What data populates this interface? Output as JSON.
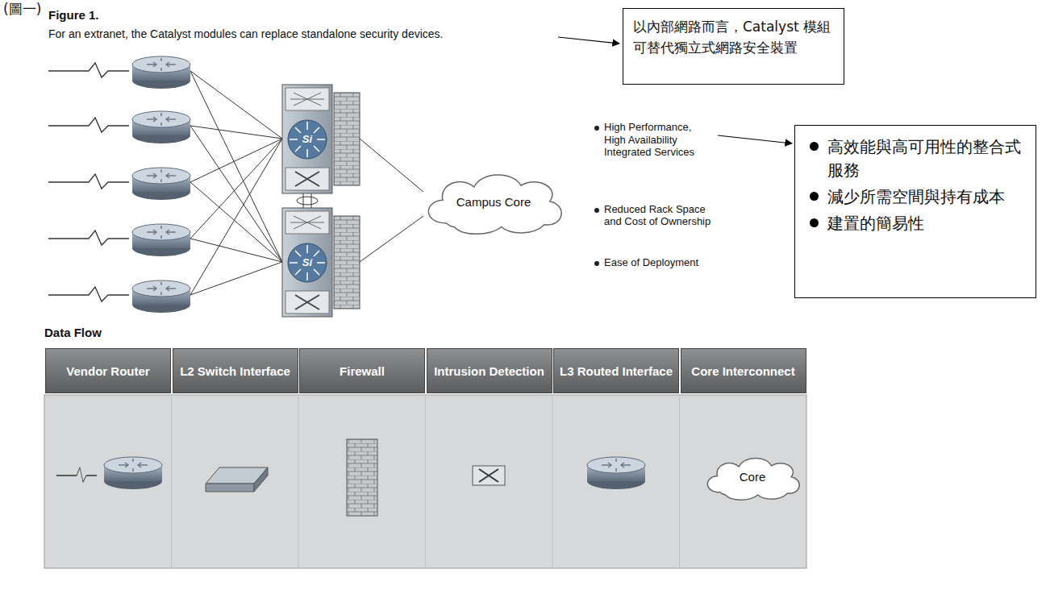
{
  "diagram": {
    "title": "Figure 1.",
    "nodes": [
      {
        "text": [
          "以內部網路而言，Catalyst 模組可替代獨立式網路安全裝置"
        ]
      },
      {
        "text": [
          "Campus Core"
        ]
      },
      {
        "text": [
          "高效能與高可用性的整合式服務",
          "減少所需空間與持有成本",
          "建置的簡易性"
        ]
      },
      {
        "text": [
          "Vendor Router"
        ]
      },
      {
        "text": [
          "L2 Switch Interface"
        ]
      },
      {
        "text": [
          "Firewall"
        ]
      },
      {
        "text": [
          "Intrusion Detection"
        ]
      },
      {
        "text": [
          "L3 Routed Interface"
        ]
      },
      {
        "text": [
          "Core Interconnect"
        ]
      },
      {
        "text": [
          "Core"
        ]
      }
    ],
    "labels": [
      "(圖一)",
      "For an extranet, the Catalyst modules can replace standalone security devices.",
      "High Performance, High Availability Integrated Services",
      "Reduced Rack Space and Cost of Ownership",
      "Ease of Deployment",
      "Data Flow",
      "Si",
      "Si"
    ]
  }
}
